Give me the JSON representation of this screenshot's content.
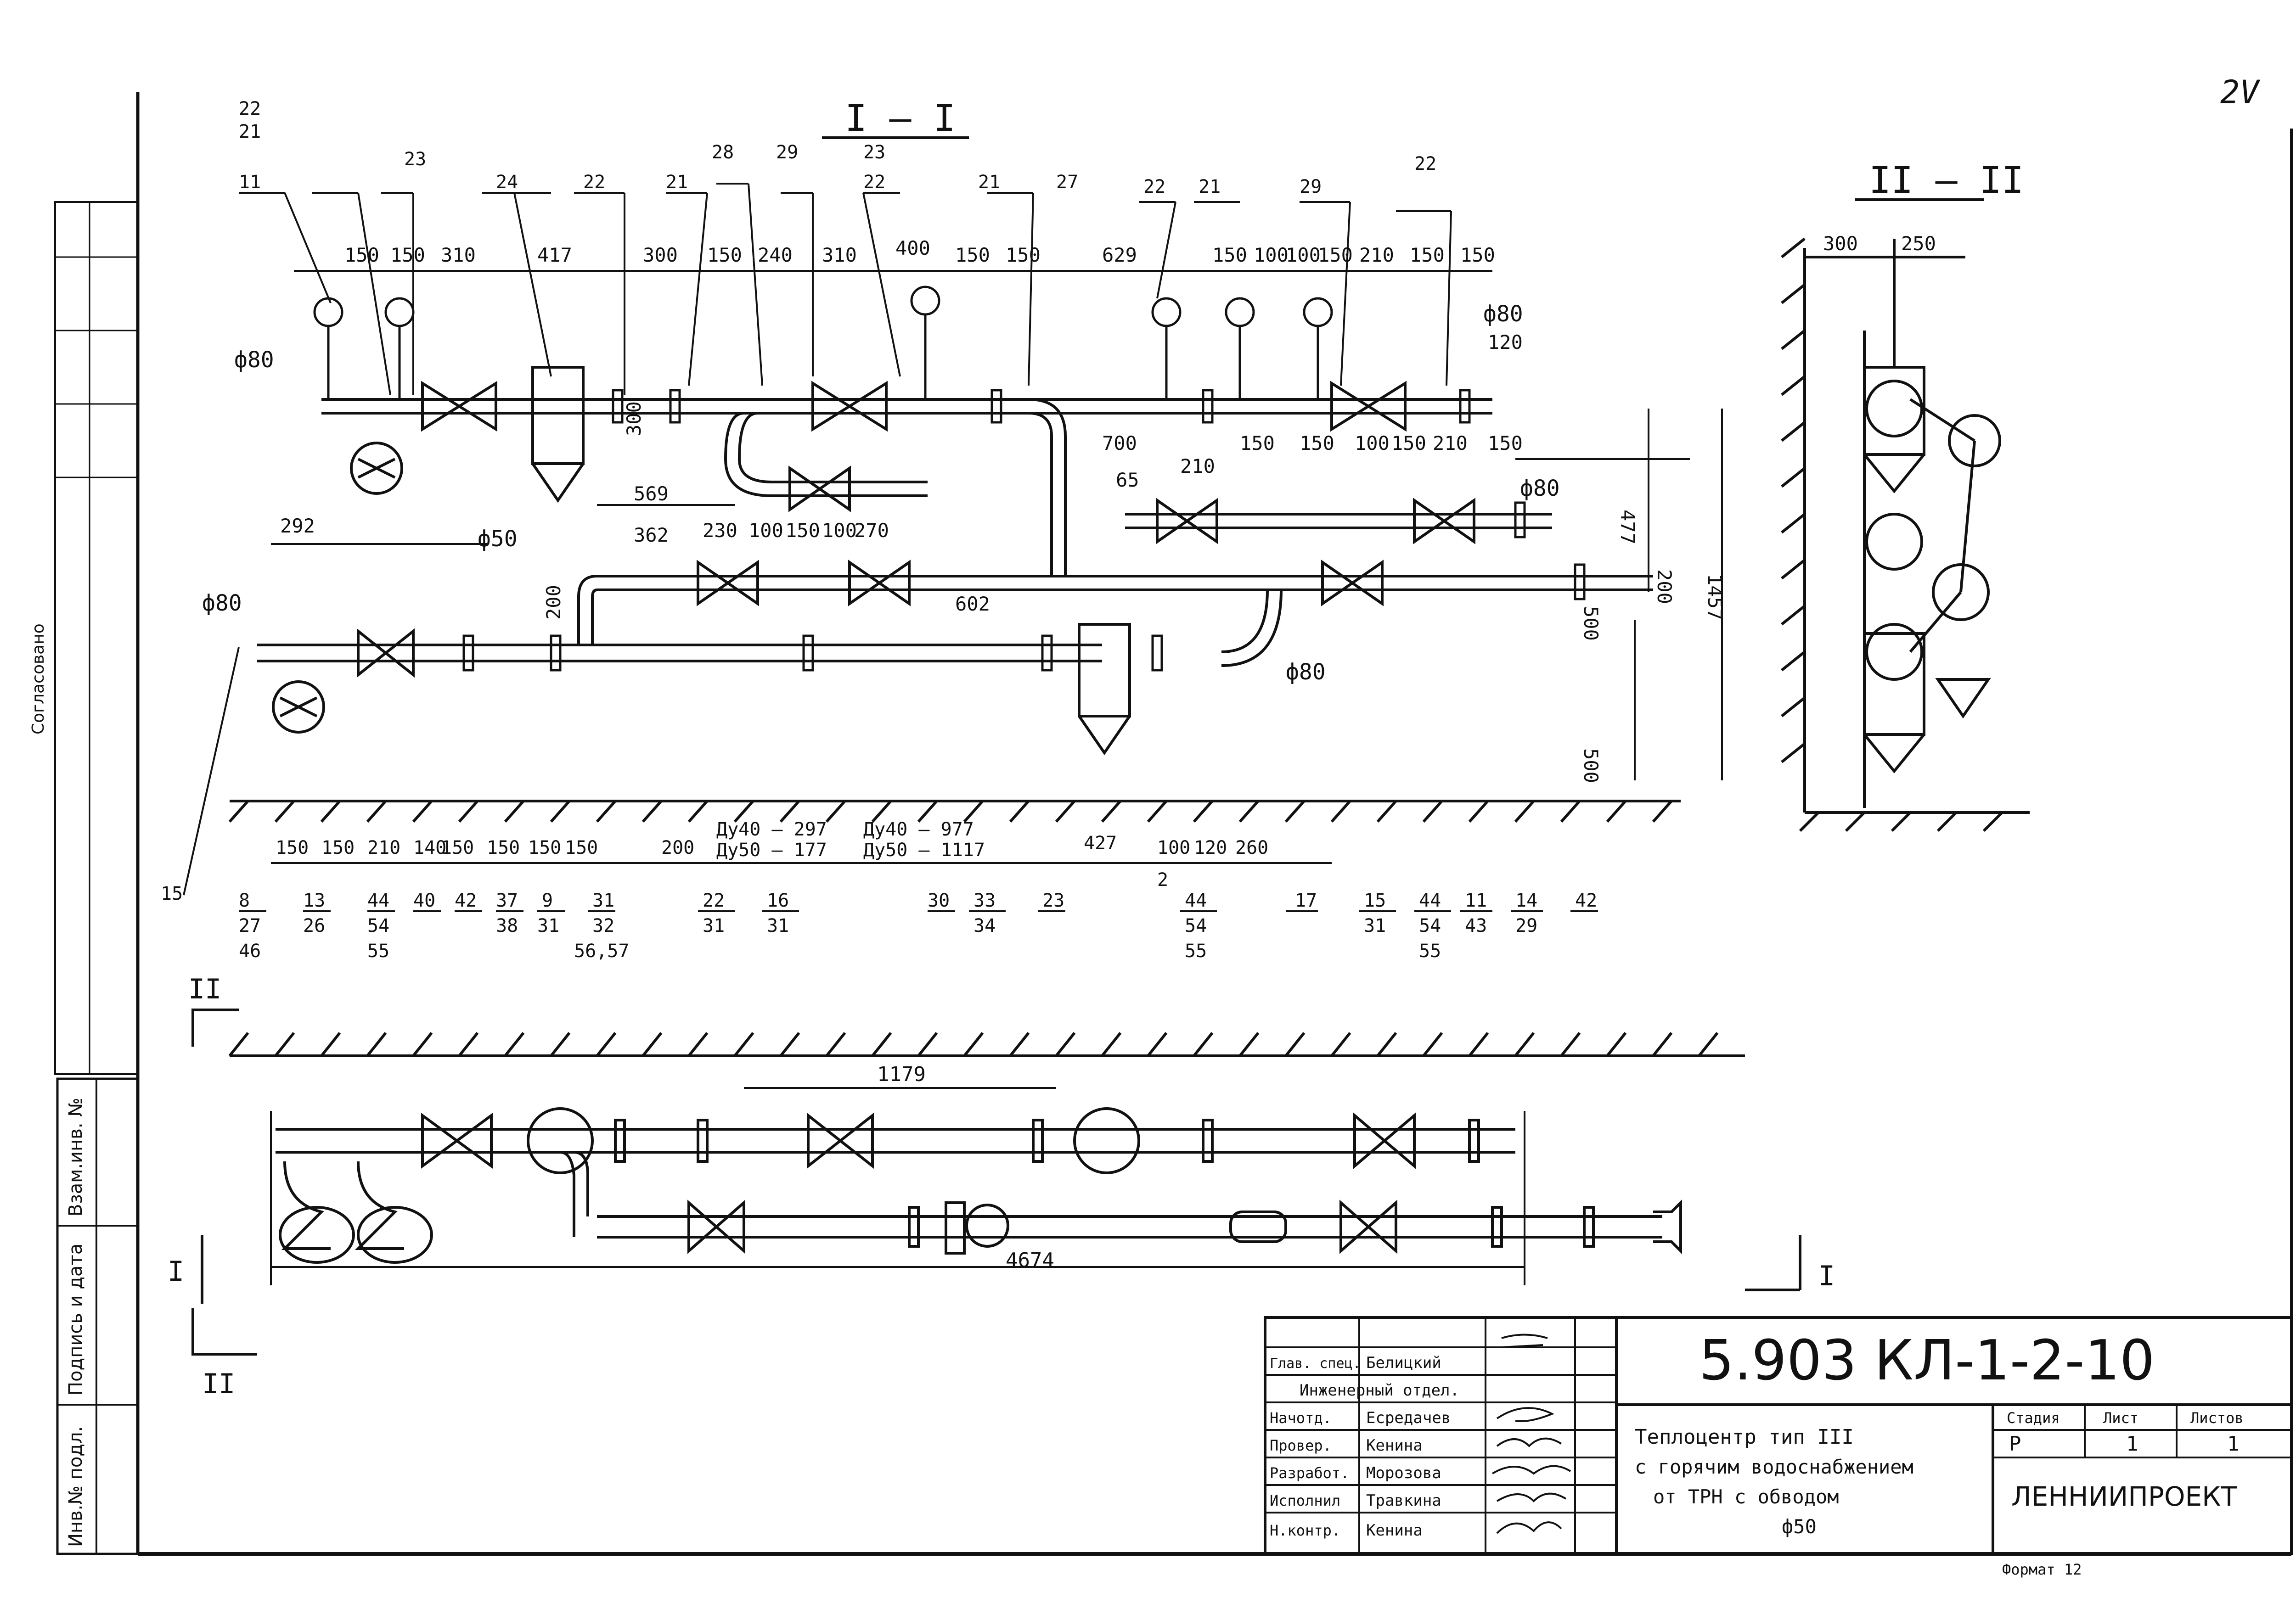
{
  "sheet_number": "2V",
  "drawing_code": "5.903 КЛ-1-2-10",
  "section_labels": {
    "section_1_title": "I – I",
    "section_2_title": "II – II",
    "cut_mark_1": "I",
    "cut_mark_2": "II"
  },
  "pipe_diameters": {
    "d80_top_left": "ф80",
    "d80_top_right": "ф80",
    "d80_mid_right": "ф80",
    "d80_left": "ф80",
    "d50": "ф50",
    "d80_lower": "ф80"
  },
  "dimensions_top": [
    "150",
    "150",
    "310",
    "417",
    "300",
    "150",
    "240",
    "310",
    "400",
    "150",
    "150",
    "629",
    "150",
    "100",
    "100",
    "150",
    "210",
    "150",
    "150"
  ],
  "dimensions_mid": [
    "292",
    "569",
    "362",
    "230",
    "100",
    "150",
    "100",
    "270",
    "602",
    "700",
    "210",
    "150",
    "150",
    "100",
    "150",
    "210",
    "150",
    "120",
    "65"
  ],
  "dimensions_bottom": [
    "150",
    "150",
    "210",
    "140",
    "150",
    "150",
    "150",
    "150",
    "200",
    "Ду40 – 297",
    "Ду50 – 177",
    "Ду40 – 977",
    "Ду50 – 1117",
    "427",
    "100",
    "120",
    "260"
  ],
  "dimensions_vertical": [
    "477",
    "1457",
    "200",
    "500",
    "500",
    "300",
    "200"
  ],
  "plan_dimensions": {
    "top": "1179",
    "bottom": "4674"
  },
  "section_2_dimensions": [
    "300",
    "250"
  ],
  "callouts_bottom": [
    {
      "top": "15",
      "bottom": ""
    },
    {
      "top": "8",
      "bottom": "27"
    },
    {
      "top": "13",
      "bottom": "26"
    },
    {
      "top": "44",
      "bottom": "54"
    },
    {
      "top": "40",
      "bottom": ""
    },
    {
      "top": "42",
      "bottom": ""
    },
    {
      "top": "37",
      "bottom": "38"
    },
    {
      "top": "9",
      "bottom": "31"
    },
    {
      "top": "31",
      "bottom": "32"
    },
    {
      "top": "22",
      "bottom": "31"
    },
    {
      "top": "16",
      "bottom": "31"
    },
    {
      "top": "30",
      "bottom": ""
    },
    {
      "top": "33",
      "bottom": "34"
    },
    {
      "top": "23",
      "bottom": ""
    },
    {
      "top": "44",
      "bottom": "54"
    },
    {
      "top": "17",
      "bottom": ""
    },
    {
      "top": "15",
      "bottom": "31"
    },
    {
      "top": "44",
      "bottom": "54"
    },
    {
      "top": "11",
      "bottom": "43"
    },
    {
      "top": "14",
      "bottom": "29"
    },
    {
      "top": "42",
      "bottom": ""
    }
  ],
  "callouts_bottom_extra": [
    "46",
    "55",
    "56,57",
    "55",
    "55",
    "2"
  ],
  "callouts_top": [
    "22",
    "21",
    "11",
    "23",
    "24",
    "22",
    "21",
    "28",
    "29",
    "23",
    "22",
    "21",
    "27",
    "22",
    "21",
    "29",
    "22"
  ],
  "title_block": {
    "roles": [
      "Глав. спец.",
      "Начотд.",
      "Провер.",
      "Разработ.",
      "Исполнил",
      "Н.контр."
    ],
    "names": [
      "Белицкий",
      "Есредачев",
      "Кенина",
      "Морозова",
      "Травкина",
      "Кенина"
    ],
    "department": "Инженерный отдел.",
    "description_line1": "Теплоцентр тип III",
    "description_line2": "с горячим водоснабжением",
    "description_line3": "от ТРН     с обводом",
    "description_line4": "ф50",
    "stage_header": "Стадия",
    "sheet_header": "Лист",
    "sheets_header": "Листов",
    "stage_value": "Р",
    "sheet_value": "1",
    "sheets_value": "1",
    "organization": "ЛЕННИИПРОЕКТ",
    "format": "Формат 12"
  },
  "side_stamp": {
    "inv_no": "Инв.№ подл.",
    "sign_date": "Подпись и дата",
    "vzam_inv": "Взам.инв. №",
    "agreed": "Согласовано"
  }
}
